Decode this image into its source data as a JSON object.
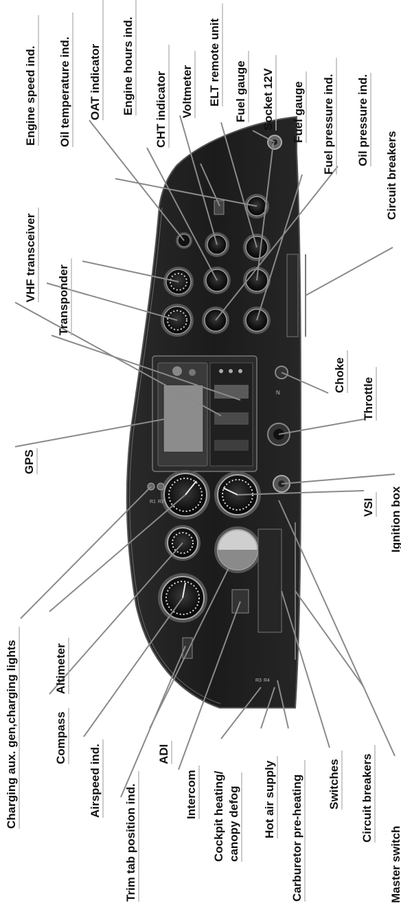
{
  "labels": {
    "engine_speed": "Engine speed ind.",
    "oil_temperature": "Oil temperature ind.",
    "oat": "OAT indicator",
    "engine_hours": "Engine hours ind.",
    "cht": "CHT indicator",
    "voltmeter": "Voltmeter",
    "elt": "ELT remote unit",
    "fuel_gauge_1": "Fuel gauge",
    "socket": "Socket 12V",
    "fuel_gauge_2": "Fuel gauge",
    "fuel_pressure": "Fuel pressure ind.",
    "oil_pressure": "Oil pressure ind.",
    "circuit_breakers_top": "Circuit breakers",
    "vhf": "VHF transceiver",
    "transponder": "Transponder",
    "choke": "Choke",
    "throttle": "Throttle",
    "gps": "GPS",
    "vsi": "VSI",
    "ignition_box": "Ignition box",
    "charging": "Charging aux. gen,charging lights",
    "altimeter": "Altimeter",
    "compass": "Compass",
    "airspeed": "Airspeed ind.",
    "trim_tab": "Trim tab position ind.",
    "adi": "ADI",
    "intercom": "Intercom",
    "cockpit_heating_1": "Cockpit heating/",
    "cockpit_heating_2": "canopy defog",
    "hot_air": "Hot air supply",
    "carburetor": "Carburetor pre-heating",
    "switches": "Switches",
    "circuit_breakers_bottom": "Circuit breakers",
    "master_switch": "Master switch"
  },
  "panel_markings": {
    "r1": "R1",
    "r2": "R2",
    "r3": "R3",
    "r4": "R4",
    "n": "N"
  },
  "colors": {
    "panel": "#1f1f1f",
    "panel_edge": "#4a4a4a",
    "gauge_face": "#0d0d0d",
    "gauge_ring": "#9a9a9a",
    "leader": "#8a8a8a"
  }
}
